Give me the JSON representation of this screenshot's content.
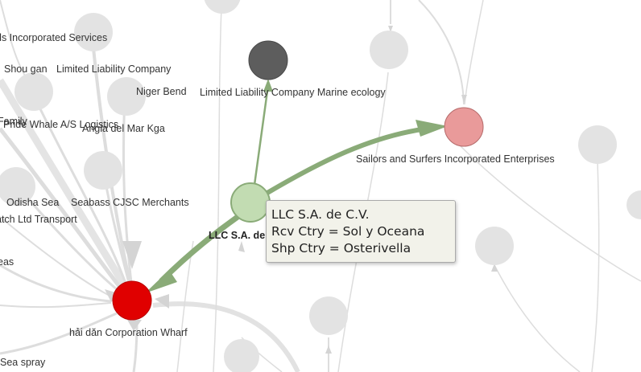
{
  "graph": {
    "background_nodes": [
      {
        "id": "n-top-a",
        "label": ""
      },
      {
        "id": "n-top-b",
        "label": ""
      },
      {
        "id": "n-right-mid",
        "label": ""
      },
      {
        "id": "n-right-edge",
        "label": ""
      },
      {
        "id": "n-incorp",
        "label": ""
      },
      {
        "id": "n-shou",
        "label": ""
      },
      {
        "id": "n-niger",
        "label": ""
      },
      {
        "id": "n-anglo",
        "label": ""
      },
      {
        "id": "n-odisha",
        "label": ""
      },
      {
        "id": "n-lower-r",
        "label": ""
      },
      {
        "id": "n-lower-c",
        "label": ""
      },
      {
        "id": "n-bottom",
        "label": ""
      }
    ],
    "labels": [
      {
        "id": "incorporated",
        "text": "ds Incorporated Services"
      },
      {
        "id": "shou-gan",
        "text": "Shou gan"
      },
      {
        "id": "llc-company",
        "text": "Limited Liability Company"
      },
      {
        "id": "niger-bend",
        "text": "Niger Bend"
      },
      {
        "id": "family",
        "text": "Family"
      },
      {
        "id": "pride-whale",
        "text": "Pride Whale A/S Logistics"
      },
      {
        "id": "anglo-mar",
        "text": "Angla del Mar Kga"
      },
      {
        "id": "odisha-sea",
        "text": "Odisha Sea"
      },
      {
        "id": "seabass",
        "text": "Seabass CJSC Merchants"
      },
      {
        "id": "atch-ltd",
        "text": "atch Ltd Transport"
      },
      {
        "id": "eas",
        "text": "eas"
      },
      {
        "id": "sea-spray",
        "text": "Sea spray"
      }
    ],
    "highlight_nodes": [
      {
        "id": "marine-ecology",
        "label": "Limited Liability Company Marine ecology",
        "color": "#5d5d5d"
      },
      {
        "id": "sailors-surfers",
        "label": "Sailors and Surfers Incorporated Enterprises",
        "color": "#e99a9a"
      },
      {
        "id": "llc-sa",
        "label": "LLC S.A. de",
        "color": "#c2dcb2",
        "bold": true
      },
      {
        "id": "hai-dan",
        "label": "hải dăn Corporation Wharf",
        "color": "#e00000"
      }
    ],
    "colors": {
      "background_node": "#e3e3e3",
      "background_edge": "#d6d6d6",
      "active_edge": "#8aab78"
    }
  },
  "tooltip": {
    "title": "LLC S.A. de C.V.",
    "line1": "Rcv Ctry = Sol y Oceana",
    "line2": "Shp Ctry = Osterivella"
  }
}
